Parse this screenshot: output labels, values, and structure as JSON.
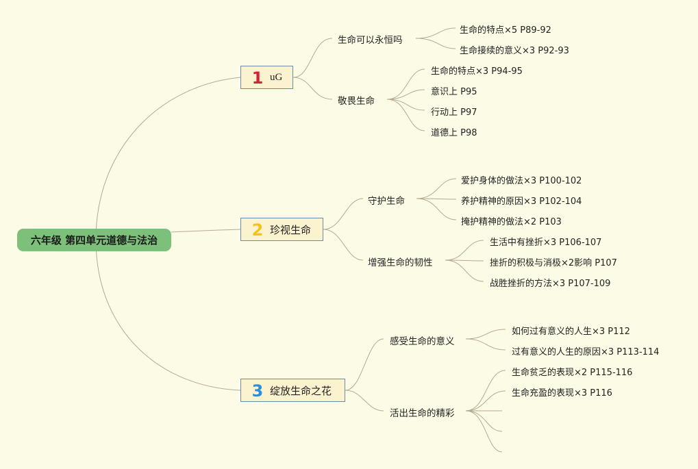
{
  "root": {
    "label": "六年级 第四单元道德与法治"
  },
  "topics": [
    {
      "number": "1",
      "number_color": "#d1223a",
      "label": "uG",
      "subtopics": [
        {
          "label": "生命可以永恒吗",
          "leaves": [
            "生命的特点×5 P89-92",
            "生命接续的意义×3 P92-93"
          ]
        },
        {
          "label": "敬畏生命",
          "leaves": [
            "生命的特点×3 P94-95",
            "意识上 P95",
            "行动上 P97",
            "道德上 P98"
          ]
        }
      ]
    },
    {
      "number": "2",
      "number_color": "#f2c31a",
      "label": "珍视生命",
      "subtopics": [
        {
          "label": "守护生命",
          "leaves": [
            "爱护身体的做法×3 P100-102",
            "养护精神的原因×3 P102-104",
            "掩护精神的做法×2 P103"
          ]
        },
        {
          "label": "增强生命的韧性",
          "leaves": [
            "生活中有挫折×3 P106-107",
            "挫折的积极与消极×2影响 P107",
            "战胜挫折的方法×3 P107-109"
          ]
        }
      ]
    },
    {
      "number": "3",
      "number_color": "#2a8fd8",
      "label": "绽放生命之花",
      "subtopics": [
        {
          "label": "感受生命的意义",
          "leaves": [
            "如何过有意义的人生×3 P112",
            "过有意义的人生的原因×3 P113-114"
          ]
        },
        {
          "label": "活出生命的精彩",
          "leaves": [
            "生命贫乏的表现×2 P115-116",
            "生命充盈的表现×3 P116",
            "",
            "",
            ""
          ]
        }
      ]
    }
  ],
  "colors": {
    "background": "#fcfbe6",
    "root_fill": "#7cc07a",
    "topic_fill": "#fbf2cf",
    "topic_border": "#6a8aa6",
    "connector": "#b5aa92"
  }
}
